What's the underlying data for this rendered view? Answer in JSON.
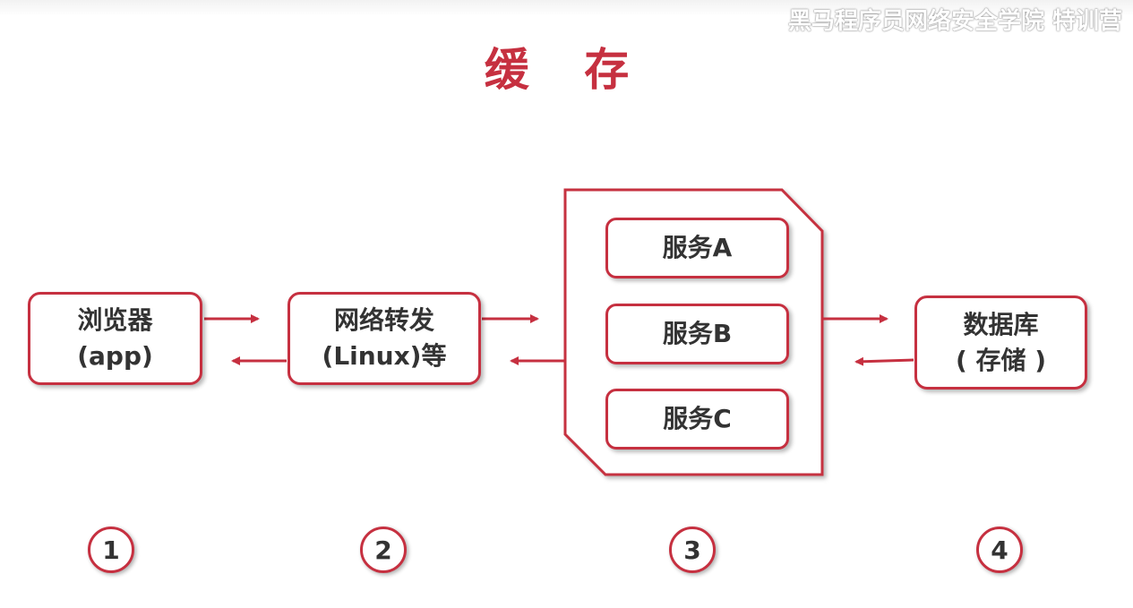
{
  "title": "缓 存",
  "watermark": "黑马程序员网络安全学院 特训营",
  "nodes": [
    {
      "id": "browser",
      "line1": "浏览器",
      "line2": "(app)"
    },
    {
      "id": "network",
      "line1": "网络转发",
      "line2": "(Linux)等"
    },
    {
      "id": "server-group",
      "services": [
        "服务A",
        "服务B",
        "服务C"
      ]
    },
    {
      "id": "database",
      "line1": "数据库",
      "line2": "( 存储 )"
    }
  ],
  "edges": [
    {
      "from": "browser",
      "to": "network",
      "direction": "forward"
    },
    {
      "from": "network",
      "to": "browser",
      "direction": "backward"
    },
    {
      "from": "network",
      "to": "server-group",
      "direction": "forward"
    },
    {
      "from": "server-group",
      "to": "network",
      "direction": "backward"
    },
    {
      "from": "server-group",
      "to": "database",
      "direction": "forward"
    },
    {
      "from": "database",
      "to": "server-group",
      "direction": "backward"
    }
  ],
  "step_numbers": [
    "1",
    "2",
    "3",
    "4"
  ],
  "colors": {
    "accent": "#c63040",
    "text": "#333333",
    "background": "#ffffff"
  }
}
